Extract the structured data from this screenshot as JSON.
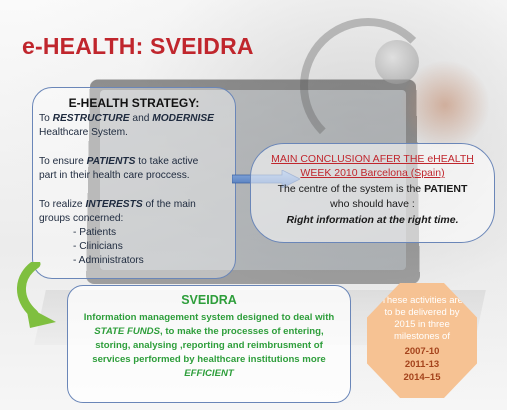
{
  "title": "e-HEALTH: SVEIDRA",
  "strategy": {
    "heading": "E-HEALTH STRATEGY:",
    "line1_pre": "To ",
    "line1_em1": "RESTRUCTURE",
    "line1_mid": " and ",
    "line1_em2": "MODERNISE",
    "line2": "Healthcare  System.",
    "line3_pre": "To ensure ",
    "line3_em": "PATIENTS",
    "line3_post": "  to take active",
    "line4": "part  in their health care proccess.",
    "line5_pre": "To realize  ",
    "line5_em": "INTERESTS",
    "line5_post": " of the main",
    "line6": "groups concerned:",
    "groups": [
      "- Patients",
      "- Clinicians",
      "- Administrators"
    ]
  },
  "conclusion": {
    "heading1": "MAIN CONCLUSION AFER THE eHEALTH",
    "heading2": "WEEK 2010 Barcelona (Spain)",
    "line1_pre": "The centre of the system is the ",
    "line1_em": "PATIENT",
    "line2": "who should have :",
    "line3": "Right information at the right time."
  },
  "sveidra": {
    "title": "SVEIDRA",
    "line1": "Information management system designed to deal with",
    "line2_em": "STATE FUNDS",
    "line2_post": ", to make the processes of entering,",
    "line3": "storing, analysing ,reporting and reimbrusment of",
    "line4": "services performed by healthcare institutions more",
    "line5": "EFFICIENT"
  },
  "milestones": {
    "text": [
      "These activities are",
      "to be delivered by",
      "2015 in three",
      "milestones of"
    ],
    "years": [
      "2007-10",
      "2011-13",
      "2014–15"
    ]
  },
  "colors": {
    "title": "#c0262d",
    "sveidra_text": "#2e9e3b",
    "box_border": "#6a86b8",
    "octagon": "#f6c293",
    "milestone_year": "#a4431c"
  }
}
